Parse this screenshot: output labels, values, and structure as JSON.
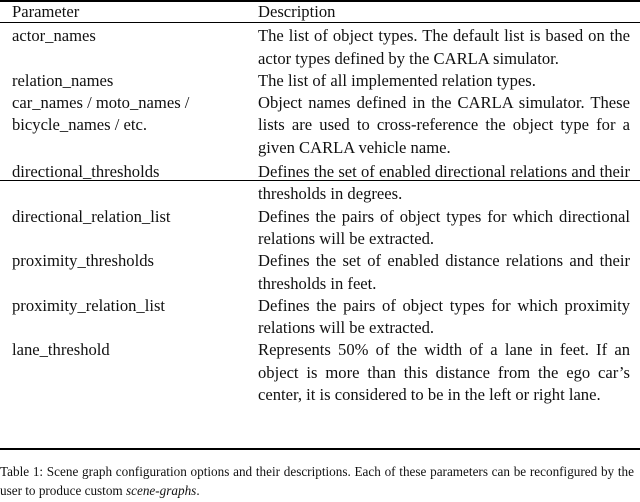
{
  "table": {
    "headers": {
      "parameter": "Parameter",
      "description": "Description"
    },
    "rows": [
      {
        "parameter": "actor_names",
        "description": "The list of object types. The default list is based on the actor types defined by the CARLA simulator."
      },
      {
        "parameter": "relation_names",
        "description": "The list of all implemented relation types."
      },
      {
        "parameter": "car_names / moto_names / bicycle_names / etc.",
        "description": "Object names defined in the CARLA simulator. These lists are used to cross-reference the object type for a given CARLA vehicle name."
      },
      {
        "parameter": "directional_thresholds",
        "description": "Defines the set of enabled directional relations and their thresholds in degrees."
      },
      {
        "parameter": "directional_relation_list",
        "description": "Defines the pairs of object types for which directional relations will be extracted."
      },
      {
        "parameter": "proximity_thresholds",
        "description": "Defines the set of enabled distance relations and their thresholds in feet."
      },
      {
        "parameter": "proximity_relation_list",
        "description": "Defines the pairs of object types for which proximity relations will be extracted."
      },
      {
        "parameter": "lane_threshold",
        "description": "Represents 50% of the width of a lane in feet. If an object is more than this distance from the ego car’s center, it is considered to be in the left or right lane."
      }
    ]
  },
  "caption": {
    "lead": "Table 1: Scene graph configuration options and their descriptions. Each of these parameters can be reconfigured by the user to produce custom ",
    "emphasis": "scene-graphs",
    "tail": "."
  }
}
